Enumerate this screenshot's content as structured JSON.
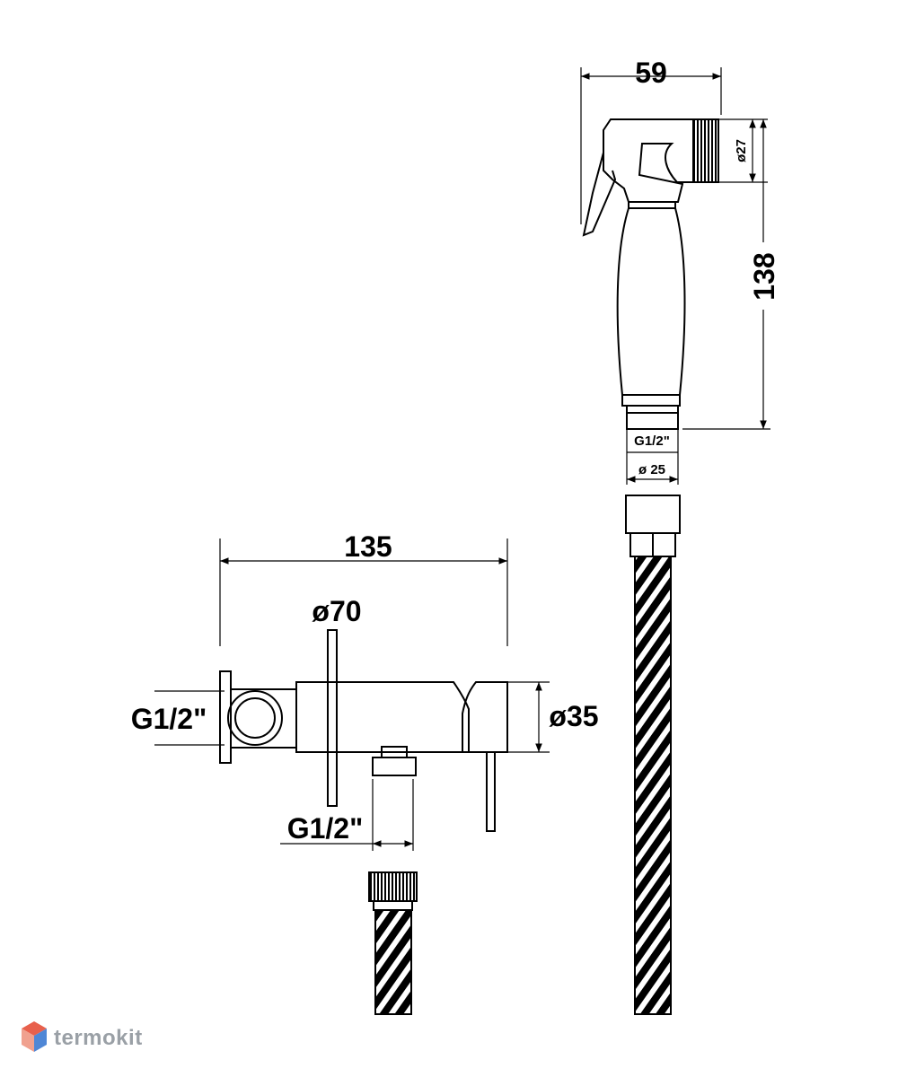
{
  "dimensions": {
    "handshower_width": "59",
    "nozzle_diameter": "ø27",
    "handshower_length": "138",
    "handshower_thread": "G1/2\"",
    "handshower_base_diameter": "ø 25",
    "valve_width": "135",
    "flange_diameter": "ø70",
    "valve_inlet_thread": "G1/2\"",
    "valve_body_diameter": "ø35",
    "valve_outlet_thread": "G1/2\""
  },
  "watermark": {
    "brand": "termokit",
    "colors": {
      "red": "#e8604c",
      "blue": "#4f87d6",
      "gray": "#9aa0a6"
    }
  }
}
